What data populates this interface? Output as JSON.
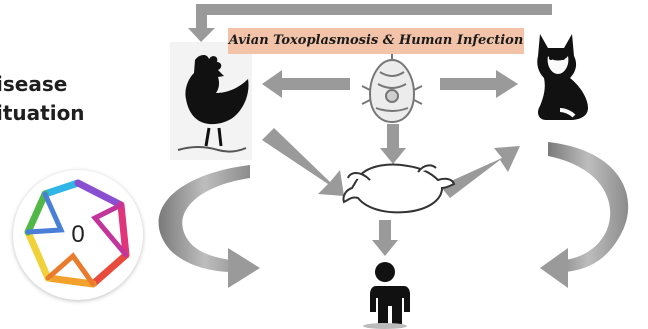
{
  "side_text": {
    "line1": "isease",
    "line2": "ituation"
  },
  "diagram": {
    "title": "Avian Toxoplasmosis & Human Infection"
  },
  "badge": {
    "count": "0"
  },
  "icons": [
    "chicken-icon",
    "parasite-icon",
    "cat-icon",
    "raw-chicken-icon",
    "human-icon"
  ],
  "colors": {
    "banner": "#f2c3a8",
    "arrow_gray": "#9a9a9a"
  }
}
